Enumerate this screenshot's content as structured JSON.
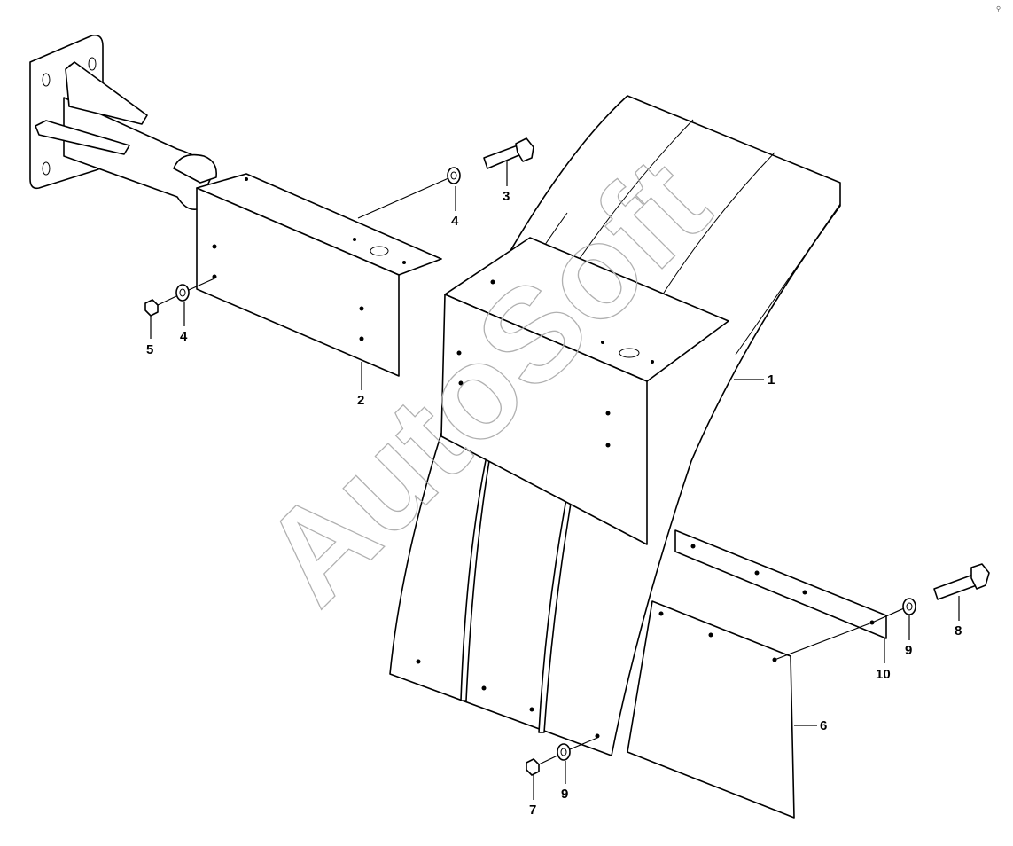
{
  "watermark": "AutoSoft",
  "corner_mark": "⚲",
  "callouts": {
    "c1": "1",
    "c2": "2",
    "c3": "3",
    "c4a": "4",
    "c4b": "4",
    "c5": "5",
    "c6": "6",
    "c7": "7",
    "c8": "8",
    "c9a": "9",
    "c9b": "9",
    "c10": "10"
  },
  "colors": {
    "line": "#000000",
    "background": "#ffffff",
    "watermark": "#b0b0b0"
  }
}
